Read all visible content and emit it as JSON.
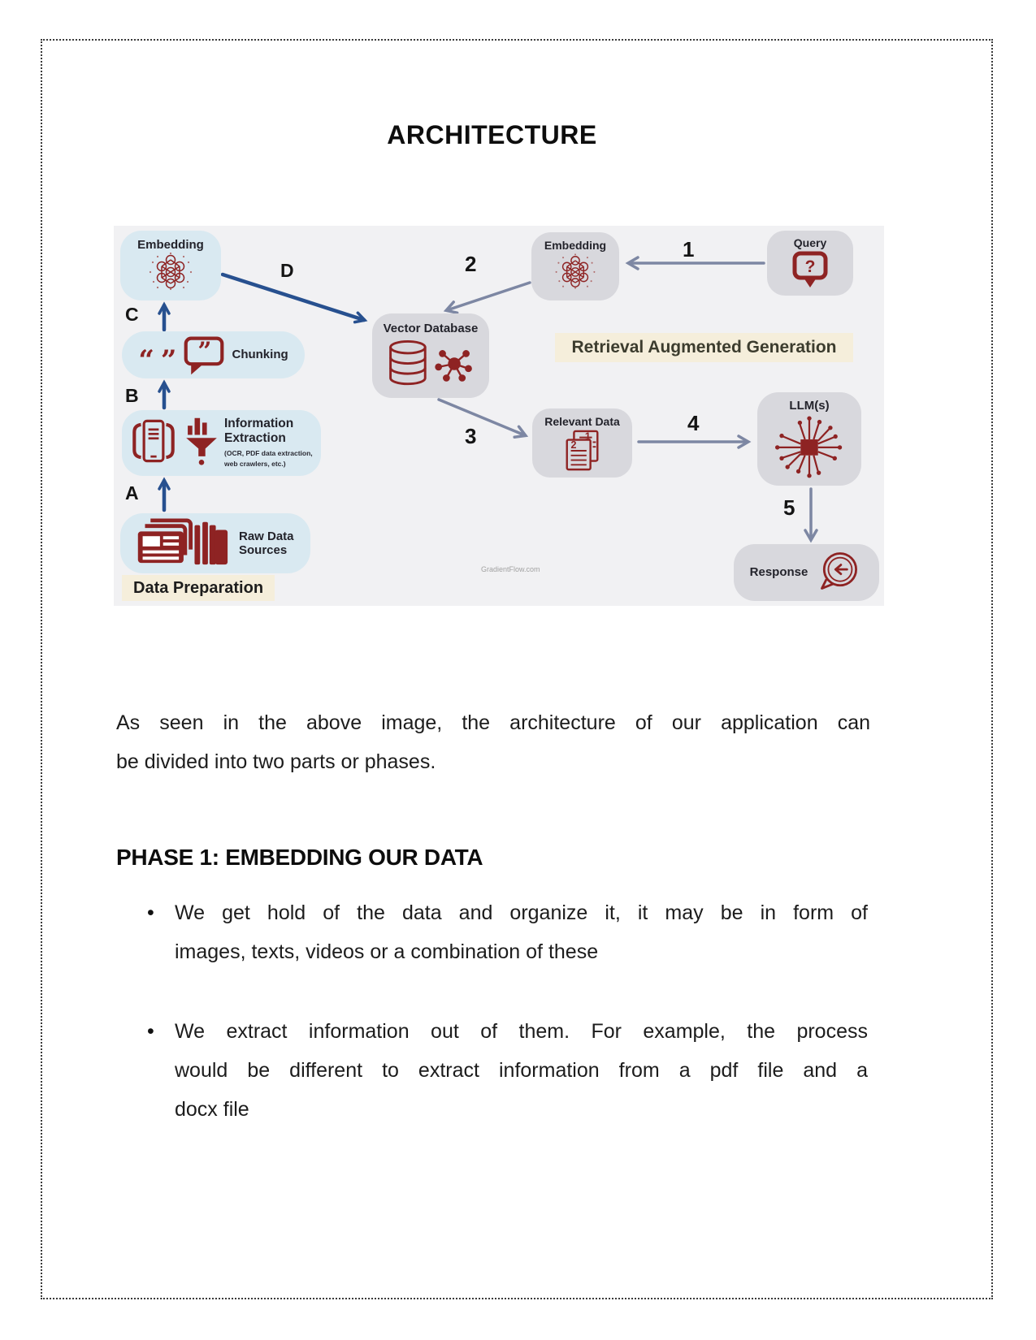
{
  "title": "ARCHITECTURE",
  "diagram": {
    "nodes": {
      "embedding_left": "Embedding",
      "chunking": "Chunking",
      "information_extraction": "Information Extraction",
      "information_extraction_sub": "(OCR, PDF data extraction, web crawlers, etc.)",
      "raw_data_sources": "Raw Data Sources",
      "vector_database": "Vector Database",
      "embedding_right": "Embedding",
      "query": "Query",
      "relevant_data": "Relevant Data",
      "llm": "LLM(s)",
      "response": "Response"
    },
    "labels": {
      "data_preparation": "Data Preparation",
      "rag_banner": "Retrieval Augmented Generation",
      "watermark": "GradientFlow.com"
    },
    "steps": {
      "s1": "1",
      "s2": "2",
      "s3": "3",
      "s4": "4",
      "s5": "5"
    },
    "letters": {
      "a": "A",
      "b": "B",
      "c": "C",
      "d": "D"
    },
    "colors": {
      "light_blue_box": "#d9e9f1",
      "gray_box": "#d8d8dd",
      "icon_red": "#8e2323",
      "navy_arrow": "#27508f",
      "slate_arrow": "#7d87a3",
      "banner_bg": "#f5eedb",
      "diagram_bg": "#f1f1f3"
    }
  },
  "body": {
    "intro_lines": [
      "As seen in the above image, the architecture of our application can",
      "be divided into two parts or phases."
    ],
    "phase1_heading": "PHASE 1: EMBEDDING OUR DATA",
    "bullets": [
      {
        "lines": [
          "We get hold of the data and organize it, it may be in form of",
          "images, texts, videos or a combination of these"
        ]
      },
      {
        "lines": [
          "We extract information out of them. For example, the process",
          "would be different to extract information from a pdf file and a",
          "docx file"
        ]
      }
    ]
  }
}
